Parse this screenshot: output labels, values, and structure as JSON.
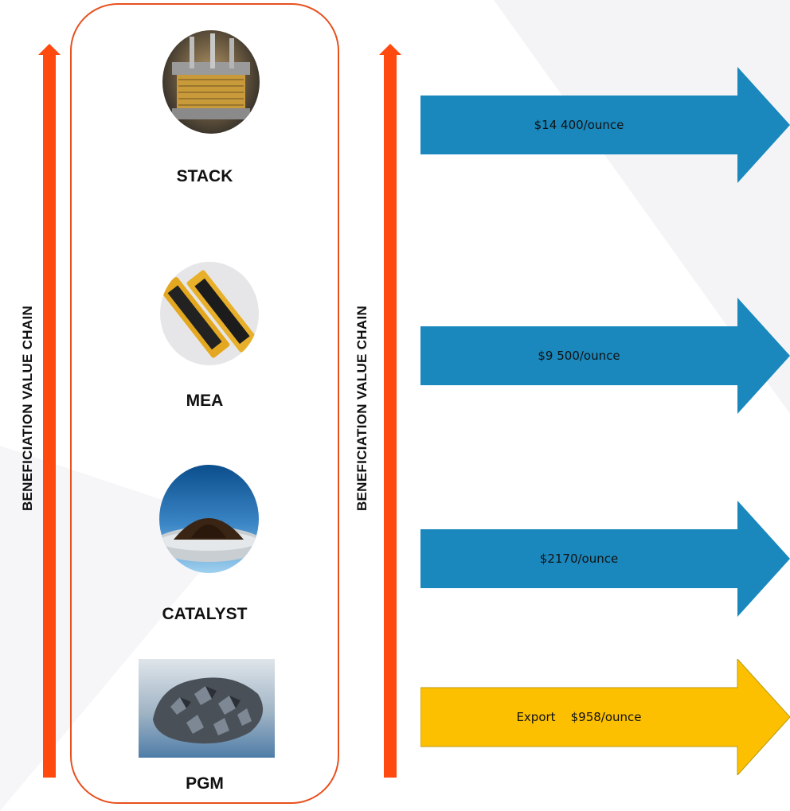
{
  "axis_label": "BENEFICIATION VALUE CHAIN",
  "products": {
    "stack": "STACK",
    "mea": "MEA",
    "catalyst": "CATALYST",
    "pgm": "PGM"
  },
  "prices": {
    "stack": "$14 400/ounce",
    "mea": "$9 500/ounce",
    "catalyst": "$2170/ounce",
    "pgm": "Export    $958/ounce"
  },
  "colors": {
    "axis_arrow": "#ff4a0f",
    "panel_border": "#e8501e",
    "price_arrow_blue": "#1a88bd",
    "price_arrow_export": "#fcc000"
  }
}
